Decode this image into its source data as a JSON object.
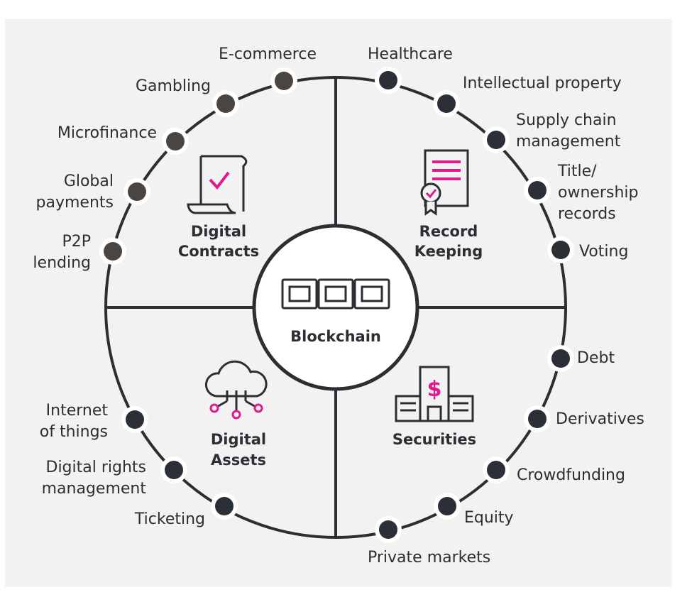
{
  "center": {
    "label": "Blockchain",
    "icon": "chain-links-icon"
  },
  "quadrants": {
    "contracts": {
      "lines": [
        "Digital",
        "Contracts"
      ],
      "icon": "contract-scroll-icon"
    },
    "records": {
      "lines": [
        "Record",
        "Keeping"
      ],
      "icon": "certificate-icon"
    },
    "assets": {
      "lines": [
        "Digital",
        "Assets"
      ],
      "icon": "cloud-network-icon"
    },
    "securities": {
      "lines": [
        "Securities"
      ],
      "icon": "bank-building-icon"
    }
  },
  "nodes": {
    "ecommerce": [
      "E-commerce"
    ],
    "gambling": [
      "Gambling"
    ],
    "microfinance": [
      "Microfinance"
    ],
    "global_payments": [
      "Global",
      "payments"
    ],
    "p2p": [
      "P2P",
      "lending"
    ],
    "healthcare": [
      "Healthcare"
    ],
    "ip": [
      "Intellectual property"
    ],
    "supply_chain": [
      "Supply chain",
      "management"
    ],
    "title_records": [
      "Title/",
      "ownership",
      "records"
    ],
    "voting": [
      "Voting"
    ],
    "debt": [
      "Debt"
    ],
    "derivatives": [
      "Derivatives"
    ],
    "crowdfunding": [
      "Crowdfunding"
    ],
    "equity": [
      "Equity"
    ],
    "private_markets": [
      "Private markets"
    ],
    "iot": [
      "Internet",
      "of things"
    ],
    "drm": [
      "Digital rights",
      "management"
    ],
    "ticketing": [
      "Ticketing"
    ]
  },
  "colors": {
    "background": "#f2f2f3",
    "line": "#2b2e33",
    "dot_dark": "#2b2f36",
    "dot_brown": "#4a4540",
    "accent": "#e0198c"
  }
}
